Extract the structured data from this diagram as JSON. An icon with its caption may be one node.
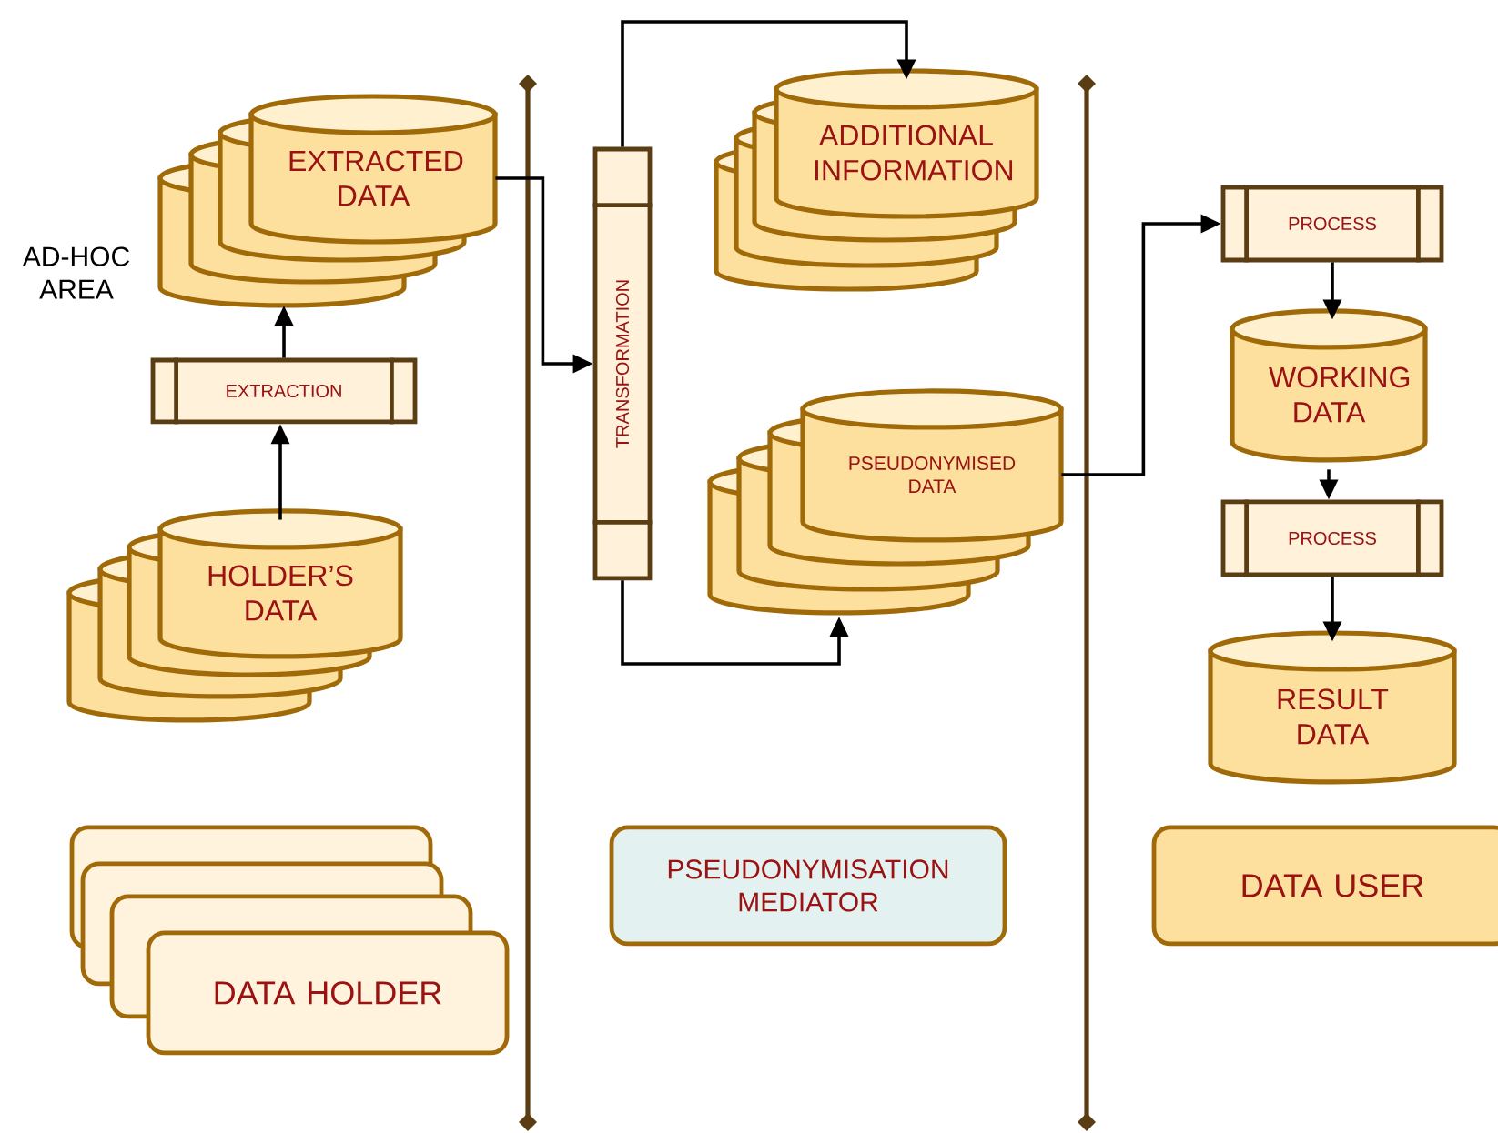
{
  "diagram": {
    "nodes": [
      {
        "text": [
          "EXTRACTED DATA"
        ]
      },
      {
        "text": [
          "EXTRACTION"
        ]
      },
      {
        "text": [
          "HOLDER’S DATA"
        ]
      },
      {
        "text": [
          "TRANSFORMATION"
        ]
      },
      {
        "text": [
          "ADDITIONAL INFORMATION"
        ]
      },
      {
        "text": [
          "PSEUDONYMISED DATA"
        ]
      },
      {
        "text": [
          "PROCESS"
        ]
      },
      {
        "text": [
          "WORKING DATA"
        ]
      },
      {
        "text": [
          "PROCESS"
        ]
      },
      {
        "text": [
          "RESULT DATA"
        ]
      },
      {
        "text": [
          "DATA HOLDER"
        ]
      },
      {
        "text": [
          "PSEUDONYMISATION MEDIATOR"
        ]
      },
      {
        "text": [
          "DATA USER"
        ]
      }
    ],
    "edges": [
      {
        "from": 2,
        "to": 1,
        "arrow": "to"
      },
      {
        "from": 1,
        "to": 0,
        "arrow": "to"
      },
      {
        "from": 0,
        "to": 3,
        "arrow": "to"
      },
      {
        "from": 3,
        "to": 4,
        "arrow": "to"
      },
      {
        "from": 3,
        "to": 5,
        "arrow": "to"
      },
      {
        "from": 5,
        "to": 6,
        "arrow": "to"
      },
      {
        "from": 6,
        "to": 7,
        "arrow": "to"
      },
      {
        "from": 7,
        "to": 8,
        "arrow": "to"
      },
      {
        "from": 8,
        "to": 9,
        "arrow": "to"
      }
    ],
    "labels": [
      "AD-HOC AREA"
    ]
  }
}
